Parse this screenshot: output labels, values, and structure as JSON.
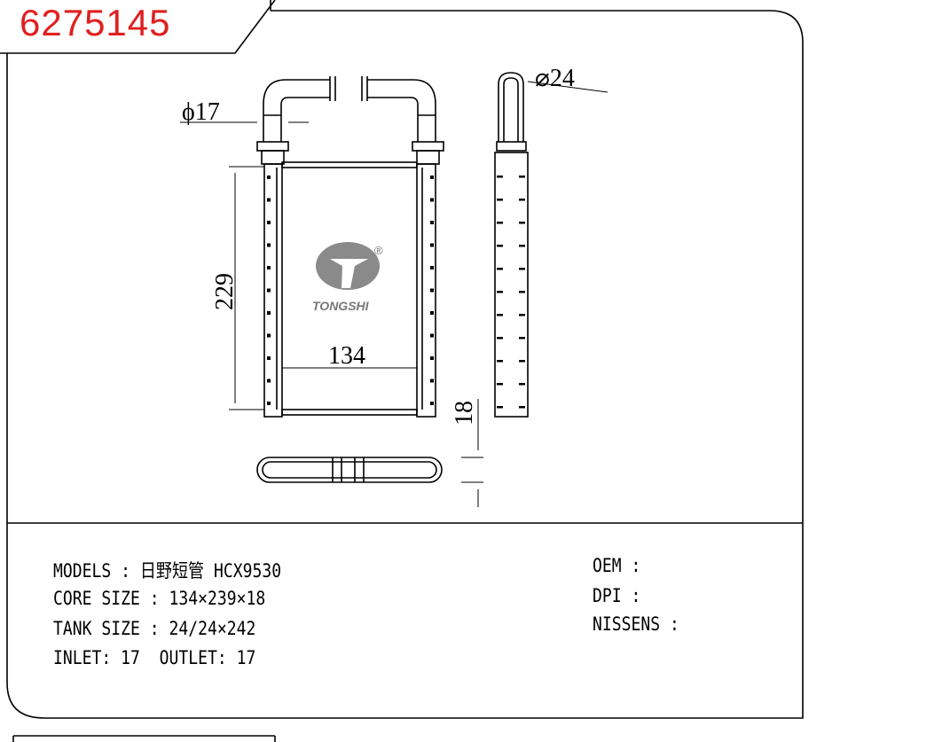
{
  "part_number": "6275145",
  "dimensions": {
    "inlet_diameter": "ϕ17",
    "tank_diameter": "⌀24",
    "height": "229",
    "width": "134",
    "depth": "18"
  },
  "logo": {
    "brand": "TONGSHI",
    "registered": "®"
  },
  "specs": {
    "models": "MODELS : 日野短管 HCX9530",
    "core_size": "CORE SIZE : 134×239×18",
    "tank_size": "TANK SIZE : 24/24×242",
    "inlet_outlet": "INLET: 17  OUTLET: 17",
    "oem": "OEM :",
    "dpi": "DPI :",
    "nissens": "NISSENS :"
  },
  "colors": {
    "part_number": "#e0201f",
    "logo": "#8a8a8a"
  }
}
